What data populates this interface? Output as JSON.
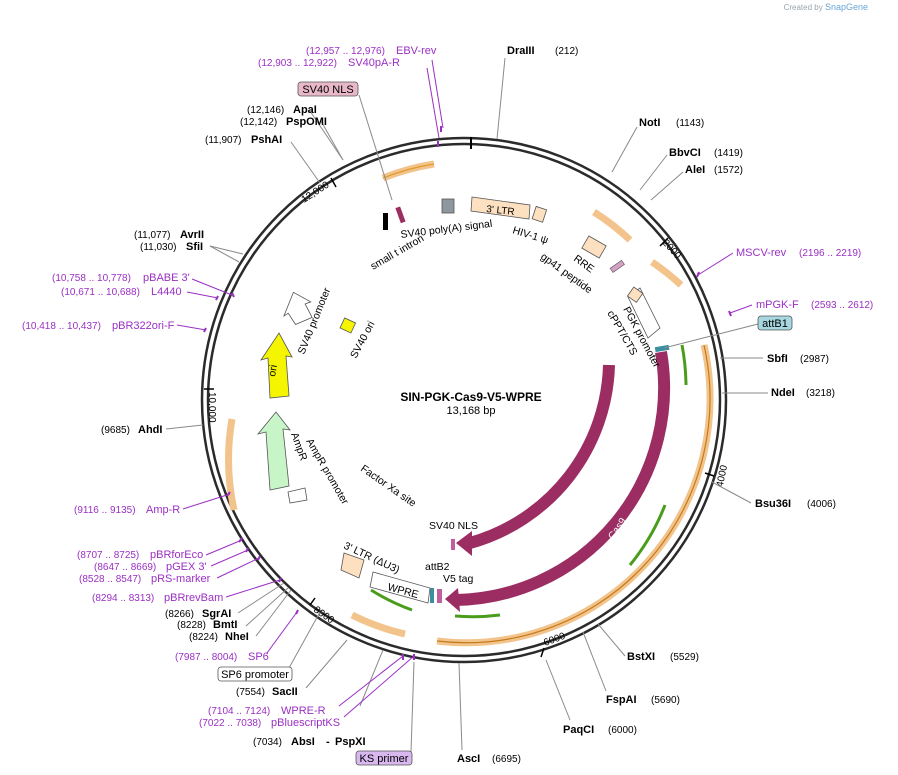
{
  "credit": {
    "prefix": "Created by",
    "brand": "SnapGene"
  },
  "plasmid": {
    "name": "SIN-PGK-Cas9-V5-WPRE",
    "size": "13,168 bp"
  },
  "ticks": [
    "2000",
    "4000",
    "6000",
    "8000",
    "10,000",
    "12,000"
  ],
  "enzymes": [
    {
      "name": "DraIII",
      "pos": "(212)"
    },
    {
      "name": "NotI",
      "pos": "(1143)"
    },
    {
      "name": "BbvCI",
      "pos": "(1419)"
    },
    {
      "name": "AleI",
      "pos": "(1572)"
    },
    {
      "name": "SbfI",
      "pos": "(2987)"
    },
    {
      "name": "NdeI",
      "pos": "(3218)"
    },
    {
      "name": "Bsu36I",
      "pos": "(4006)"
    },
    {
      "name": "BstXI",
      "pos": "(5529)"
    },
    {
      "name": "FspAI",
      "pos": "(5690)"
    },
    {
      "name": "PaqCI",
      "pos": "(6000)"
    },
    {
      "name": "AscI",
      "pos": "(6695)"
    },
    {
      "name": "AbsI",
      "pos": "(7034)"
    },
    {
      "name": "PspXI",
      "pos": ""
    },
    {
      "name": "SacII",
      "pos": "(7554)"
    },
    {
      "name": "NheI",
      "pos": "(8224)"
    },
    {
      "name": "BmtI",
      "pos": "(8228)"
    },
    {
      "name": "SgrAI",
      "pos": "(8266)"
    },
    {
      "name": "AhdI",
      "pos": "(9685)"
    },
    {
      "name": "SfiI",
      "pos": "(11,030)"
    },
    {
      "name": "AvrII",
      "pos": "(11,077)"
    },
    {
      "name": "PshAI",
      "pos": "(11,907)"
    },
    {
      "name": "PspOMI",
      "pos": "(12,142)"
    },
    {
      "name": "ApaI",
      "pos": "(12,146)"
    }
  ],
  "primers": [
    {
      "name": "EBV-rev",
      "range": "(12,957 .. 12,976)"
    },
    {
      "name": "SV40pA-R",
      "range": "(12,903 .. 12,922)"
    },
    {
      "name": "MSCV-rev",
      "range": "(2196 .. 2219)"
    },
    {
      "name": "mPGK-F",
      "range": "(2593 .. 2612)"
    },
    {
      "name": "pBABE 3'",
      "range": "(10,758 .. 10,778)"
    },
    {
      "name": "L4440",
      "range": "(10,671 .. 10,688)"
    },
    {
      "name": "pBR322ori-F",
      "range": "(10,418 .. 10,437)"
    },
    {
      "name": "Amp-R",
      "range": "(9116 .. 9135)"
    },
    {
      "name": "pBRforEco",
      "range": "(8707 .. 8725)"
    },
    {
      "name": "pGEX 3'",
      "range": "(8647 .. 8669)"
    },
    {
      "name": "pRS-marker",
      "range": "(8528 .. 8547)"
    },
    {
      "name": "pBRrevBam",
      "range": "(8294 .. 8313)"
    },
    {
      "name": "SP6",
      "range": "(7987 .. 8004)"
    },
    {
      "name": "WPRE-R",
      "range": "(7104 .. 7124)"
    },
    {
      "name": "pBluescriptKS",
      "range": "(7022 .. 7038)"
    }
  ],
  "boxed_labels": [
    "SV40 NLS",
    "attB1",
    "SP6 promoter",
    "KS primer"
  ],
  "features": [
    "3' LTR",
    "HIV-1 ψ",
    "RRE",
    "gp41 peptide",
    "PGK promoter",
    "cPPT/CTS",
    "Cas9",
    "Cas9",
    "SV40 NLS",
    "attB2",
    "V5 tag",
    "WPRE",
    "3' LTR (ΔU3)",
    "Factor Xa site",
    "AmpR promoter",
    "AmpR",
    "ori",
    "SV40 promoter",
    "SV40 ori",
    "SV40 poly(A) signal",
    "small t intron"
  ],
  "colors": {
    "backbone": "#2b2b2b",
    "cas9": "#9b2d63",
    "primer": "#9b2fc4",
    "orange": "#f2c48c",
    "green": "#4a9d1c",
    "ori": "#f5f500",
    "ampr": "#c8f5c8",
    "ltr": "#fde0c0",
    "attB": "#a7d7e1"
  }
}
